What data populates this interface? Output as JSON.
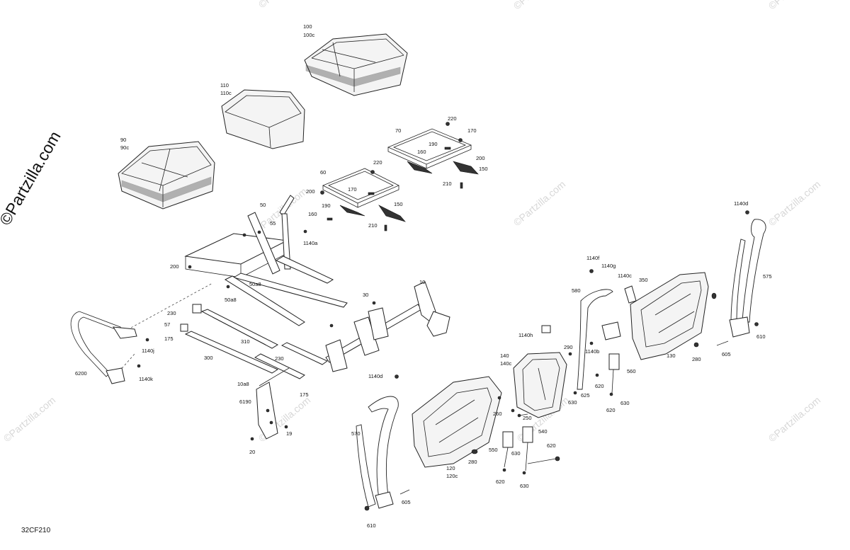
{
  "diagram": {
    "reference_code": "32CF210",
    "watermark_main": "©Partzilla.com",
    "watermark_faded": "©Partzilla.com",
    "labels": [
      {
        "id": "l100",
        "text": "100"
      },
      {
        "id": "l100c",
        "text": "100c"
      },
      {
        "id": "l110",
        "text": "110"
      },
      {
        "id": "l110c",
        "text": "110c"
      },
      {
        "id": "l90",
        "text": "90"
      },
      {
        "id": "l90c",
        "text": "90c"
      },
      {
        "id": "l220a",
        "text": "220"
      },
      {
        "id": "l70",
        "text": "70"
      },
      {
        "id": "l170a",
        "text": "170"
      },
      {
        "id": "l190a",
        "text": "190"
      },
      {
        "id": "l160a",
        "text": "160"
      },
      {
        "id": "l200a",
        "text": "200"
      },
      {
        "id": "l150a",
        "text": "150"
      },
      {
        "id": "l210a",
        "text": "210"
      },
      {
        "id": "l220b",
        "text": "220"
      },
      {
        "id": "l60",
        "text": "60"
      },
      {
        "id": "l200b",
        "text": "200"
      },
      {
        "id": "l170b",
        "text": "170"
      },
      {
        "id": "l190b",
        "text": "190"
      },
      {
        "id": "l160b",
        "text": "160"
      },
      {
        "id": "l150b",
        "text": "150"
      },
      {
        "id": "l210b",
        "text": "210"
      },
      {
        "id": "l50",
        "text": "50"
      },
      {
        "id": "l55",
        "text": "55"
      },
      {
        "id": "l1140a",
        "text": "1140a"
      },
      {
        "id": "l200c",
        "text": "200"
      },
      {
        "id": "l50a8a",
        "text": "50a8"
      },
      {
        "id": "l50a8b",
        "text": "50a8"
      },
      {
        "id": "l10",
        "text": "10"
      },
      {
        "id": "l30",
        "text": "30"
      },
      {
        "id": "l230a",
        "text": "230"
      },
      {
        "id": "l57",
        "text": "57"
      },
      {
        "id": "l175a",
        "text": "175"
      },
      {
        "id": "l310",
        "text": "310"
      },
      {
        "id": "l300",
        "text": "300"
      },
      {
        "id": "l230b",
        "text": "230"
      },
      {
        "id": "l10a8",
        "text": "10a8"
      },
      {
        "id": "l175b",
        "text": "175"
      },
      {
        "id": "l6190",
        "text": "6190"
      },
      {
        "id": "l19",
        "text": "19"
      },
      {
        "id": "l20",
        "text": "20"
      },
      {
        "id": "l1140j",
        "text": "1140j"
      },
      {
        "id": "l1140k",
        "text": "1140k"
      },
      {
        "id": "l6200",
        "text": "6200"
      },
      {
        "id": "l1140d_a",
        "text": "1140d"
      },
      {
        "id": "l570",
        "text": "570"
      },
      {
        "id": "l605a",
        "text": "605"
      },
      {
        "id": "l610a",
        "text": "610"
      },
      {
        "id": "l120",
        "text": "120"
      },
      {
        "id": "l120c",
        "text": "120c"
      },
      {
        "id": "l280a",
        "text": "280"
      },
      {
        "id": "l260",
        "text": "260"
      },
      {
        "id": "l250",
        "text": "250"
      },
      {
        "id": "l550",
        "text": "550"
      },
      {
        "id": "l540",
        "text": "540"
      },
      {
        "id": "l630a",
        "text": "630"
      },
      {
        "id": "l620a",
        "text": "620"
      },
      {
        "id": "l620b",
        "text": "620"
      },
      {
        "id": "l630b",
        "text": "630"
      },
      {
        "id": "l1140h",
        "text": "1140h"
      },
      {
        "id": "l140",
        "text": "140"
      },
      {
        "id": "l140c",
        "text": "140c"
      },
      {
        "id": "l290",
        "text": "290"
      },
      {
        "id": "l625",
        "text": "625"
      },
      {
        "id": "l630c",
        "text": "630"
      },
      {
        "id": "l620c",
        "text": "620"
      },
      {
        "id": "l620d",
        "text": "620"
      },
      {
        "id": "l630d",
        "text": "630"
      },
      {
        "id": "l560",
        "text": "560"
      },
      {
        "id": "l1140b",
        "text": "1140b"
      },
      {
        "id": "l580",
        "text": "580"
      },
      {
        "id": "l1140f",
        "text": "1140f"
      },
      {
        "id": "l1140g",
        "text": "1140g"
      },
      {
        "id": "l1140c",
        "text": "1140c"
      },
      {
        "id": "l350",
        "text": "350"
      },
      {
        "id": "l130",
        "text": "130"
      },
      {
        "id": "l280b",
        "text": "280"
      },
      {
        "id": "l605b",
        "text": "605"
      },
      {
        "id": "l610b",
        "text": "610"
      },
      {
        "id": "l1140d_b",
        "text": "1140d"
      },
      {
        "id": "l575",
        "text": "575"
      }
    ]
  }
}
